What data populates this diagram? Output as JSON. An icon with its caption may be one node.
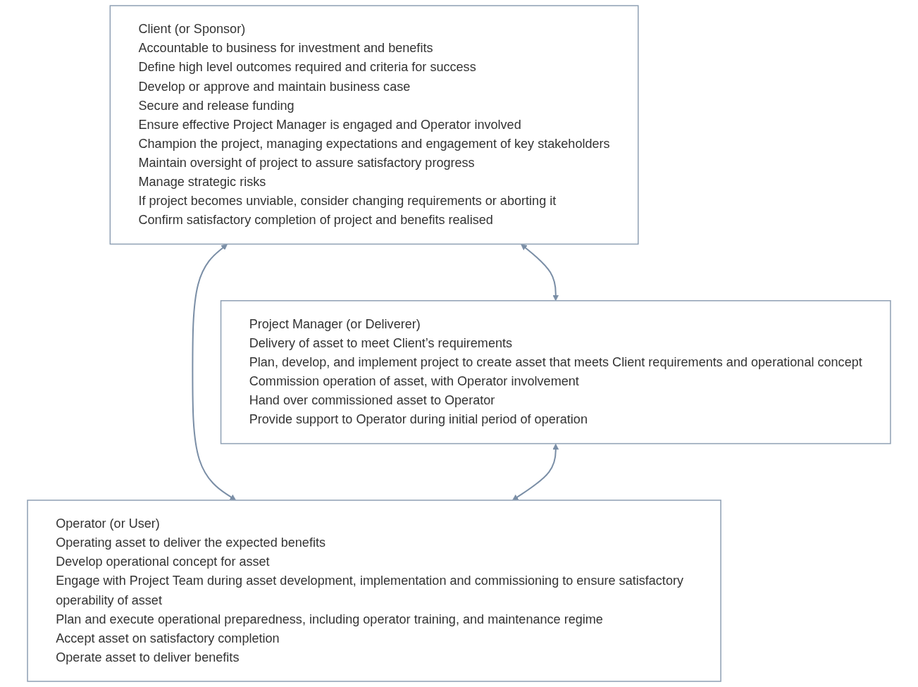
{
  "diagram": {
    "nodes": [
      {
        "text": [
          "Client (or Sponsor)",
          "Accountable to business for investment and benefits",
          "Define high level outcomes required and criteria for success",
          "Develop or approve and maintain business case",
          "Secure and release funding",
          "Ensure effective Project Manager is engaged and Operator involved",
          "Champion the project, managing expectations and engagement of key stakeholders",
          "Maintain oversight of project to assure satisfactory progress",
          "Manage strategic risks",
          "If project becomes unviable, consider changing requirements or aborting it",
          "Confirm satisfactory completion of project and benefits realised"
        ]
      },
      {
        "text": [
          "Project Manager (or Deliverer)",
          "Delivery of asset to meet Client’s requirements",
          "Plan, develop, and implement project to create asset that meets Client requirements and operational concept",
          "Commission operation of asset, with Operator involvement",
          "Hand over commissioned asset to Operator",
          "Provide support to Operator during initial period of operation"
        ]
      },
      {
        "text": [
          "Operator (or User)",
          "Operating asset to deliver the expected benefits",
          "Develop operational concept for asset",
          "Engage with Project Team during asset development, implementation and commissioning to ensure satisfactory operability of asset",
          "Plan and execute operational preparedness, including operator training, and maintenance regime",
          "Accept asset on satisfactory completion",
          "Operate asset to deliver benefits"
        ]
      }
    ],
    "edges": [
      {
        "from": 0,
        "to": 1,
        "arrow": "both"
      },
      {
        "from": 0,
        "to": 2,
        "arrow": "both"
      },
      {
        "from": 1,
        "to": 2,
        "arrow": "both"
      }
    ]
  }
}
